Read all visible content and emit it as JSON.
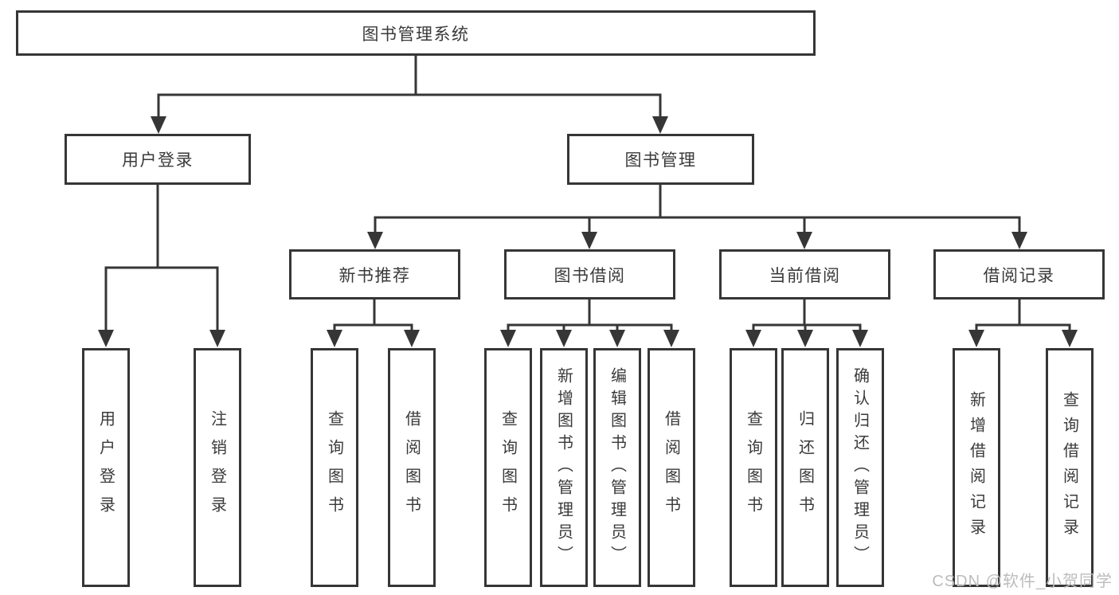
{
  "diagram": {
    "root": {
      "label": "图书管理系统",
      "children": [
        {
          "label": "用户登录",
          "children": [
            {
              "label": "用户登录"
            },
            {
              "label": "注销登录"
            }
          ]
        },
        {
          "label": "图书管理",
          "children": [
            {
              "label": "新书推荐",
              "children": [
                {
                  "label": "查询图书"
                },
                {
                  "label": "借阅图书"
                }
              ]
            },
            {
              "label": "图书借阅",
              "children": [
                {
                  "label": "查询图书"
                },
                {
                  "label": "新增图书（管理员）"
                },
                {
                  "label": "编辑图书（管理员）"
                },
                {
                  "label": "借阅图书"
                }
              ]
            },
            {
              "label": "当前借阅",
              "children": [
                {
                  "label": "查询图书"
                },
                {
                  "label": "归还图书"
                },
                {
                  "label": "确认归还（管理员）"
                }
              ]
            },
            {
              "label": "借阅记录",
              "children": [
                {
                  "label": "新增借阅记录"
                },
                {
                  "label": "查询借阅记录"
                }
              ]
            }
          ]
        }
      ]
    }
  },
  "watermark": "CSDN @软件_小贺同学",
  "colors": {
    "line": "#363636",
    "text": "#3a3a3a",
    "watermark": "#bcbcbc",
    "background": "#ffffff"
  }
}
